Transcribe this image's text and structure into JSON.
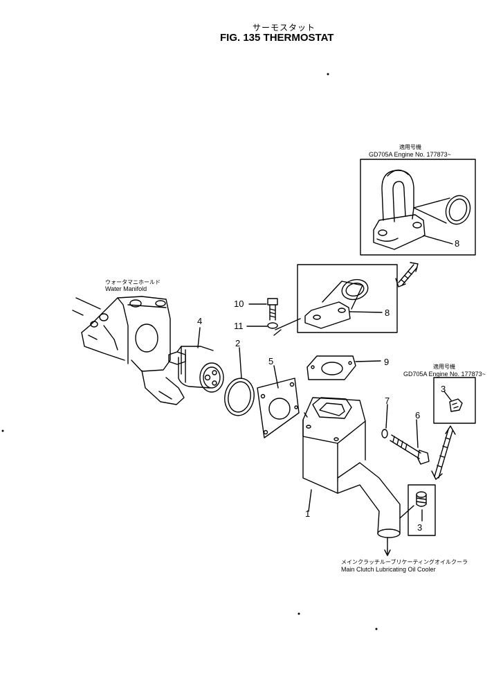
{
  "title": {
    "japanese": "サーモスタット",
    "main": "FIG. 135  THERMOSTAT"
  },
  "labels": {
    "water_manifold_jp": "ウォータマニホールド",
    "water_manifold_en": "Water Manifold",
    "cooler_jp": "メインクラッチルーブリケーティングオイルクーラ",
    "cooler_en": "Main Clutch Lubricating Oil Cooler"
  },
  "callouts": {
    "top_box_jp": "適用号機",
    "top_box_en": "GD705A  Engine No. 177873~",
    "right_box_jp": "適用号機",
    "right_box_en": "GD705A  Engine No. 177873~"
  },
  "part_numbers": {
    "p1": "1",
    "p2": "2",
    "p3a": "3",
    "p3b": "3",
    "p4": "4",
    "p5": "5",
    "p6": "6",
    "p7": "7",
    "p8a": "8",
    "p8b": "8",
    "p9": "9",
    "p10": "10",
    "p11": "11"
  }
}
